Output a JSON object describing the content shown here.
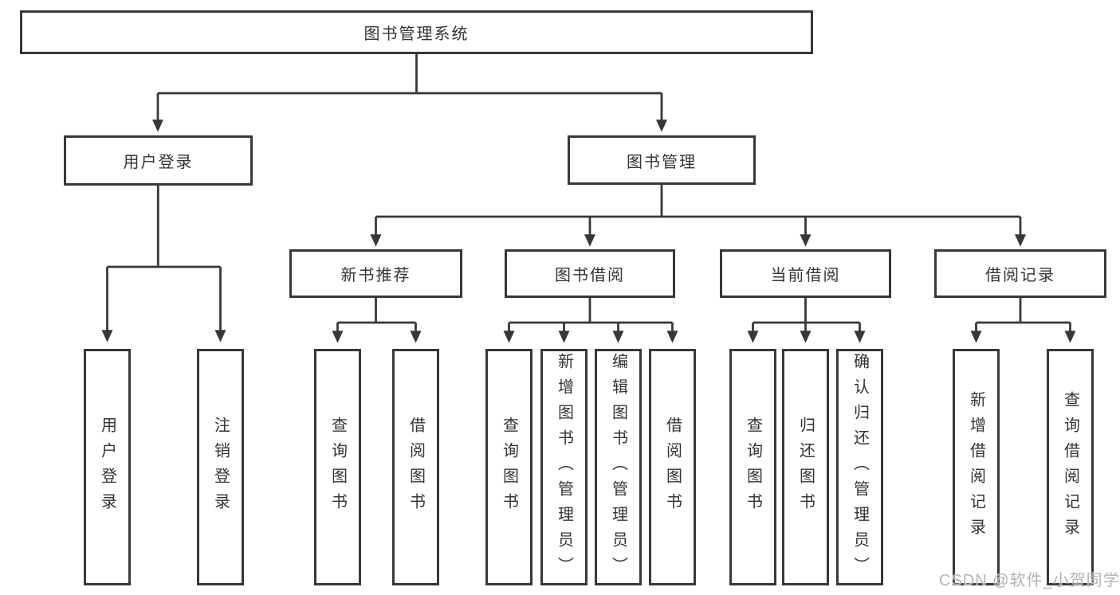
{
  "diagram": {
    "root": {
      "label": "图书管理系统"
    },
    "branches": [
      {
        "label": "用户登录",
        "leaves": [
          "用户登录",
          "注销登录"
        ]
      },
      {
        "label": "图书管理",
        "children": [
          {
            "label": "新书推荐",
            "leaves": [
              "查询图书",
              "借阅图书"
            ]
          },
          {
            "label": "图书借阅",
            "leaves": [
              "查询图书",
              "新增图书（管理员）",
              "编辑图书（管理员）",
              "借阅图书"
            ]
          },
          {
            "label": "当前借阅",
            "leaves": [
              "查询图书",
              "归还图书",
              "确认归还（管理员）"
            ]
          },
          {
            "label": "借阅记录",
            "leaves": [
              "新增借阅记录",
              "查询借阅记录"
            ]
          }
        ]
      }
    ]
  },
  "watermark": {
    "text": "CSDN @软件_小贺同学"
  },
  "colors": {
    "line": "#383838",
    "box_border": "#383838",
    "text": "#343434",
    "background": "#ffffff",
    "watermark": "#b4b4b4"
  }
}
